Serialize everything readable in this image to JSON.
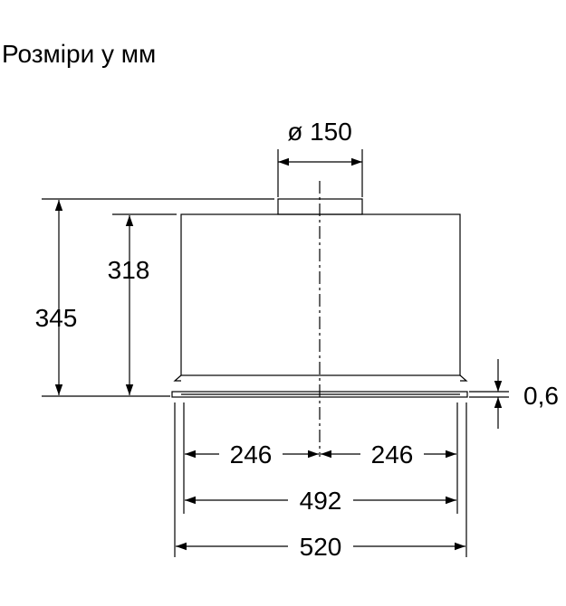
{
  "title": "Розміри у мм",
  "dimensions": {
    "duct_diameter": "ø 150",
    "total_height": "345",
    "body_height": "318",
    "flange_thickness": "0,6",
    "half_width_left": "246",
    "half_width_right": "246",
    "inner_width": "492",
    "outer_width": "520"
  },
  "colors": {
    "line": "#000000",
    "background": "#ffffff"
  }
}
